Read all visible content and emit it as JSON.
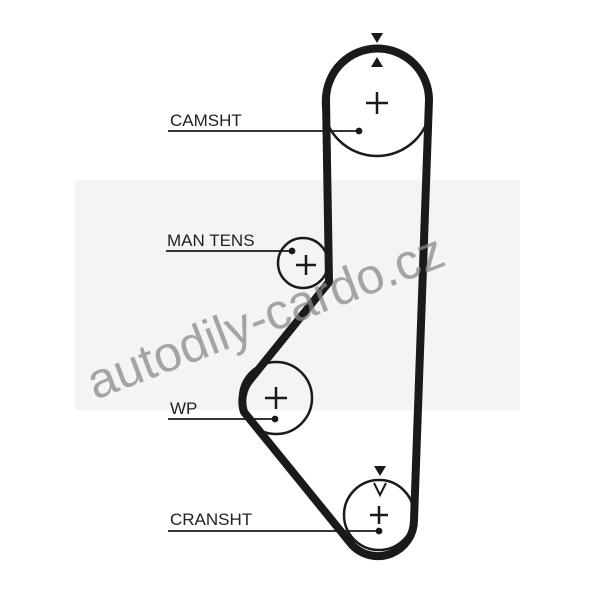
{
  "labels": {
    "camshaft": "CAMSHT",
    "tensioner": "MAN TENS",
    "water_pump": "WP",
    "crankshaft": "CRANSHT"
  },
  "watermark": "autodily-cardo.cz",
  "colors": {
    "belt": "#1a1a1a",
    "watermark": "#8a8a8a"
  }
}
